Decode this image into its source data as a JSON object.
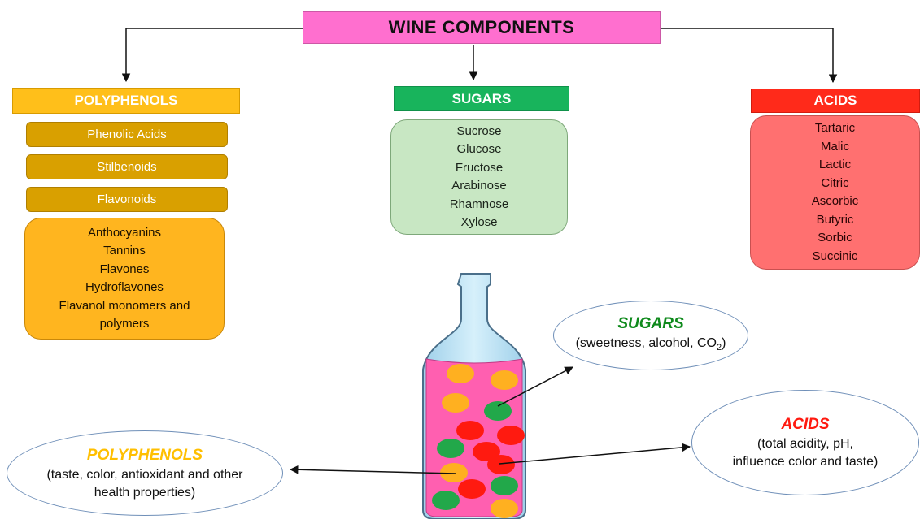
{
  "title": "WINE COMPONENTS",
  "categories": {
    "polyphenols": {
      "header": "POLYPHENOLS",
      "subclasses": [
        "Phenolic Acids",
        "Stilbenoids",
        "Flavonoids"
      ],
      "flavonoids": [
        "Anthocyanins",
        "Tannins",
        "Flavones",
        "Hydroflavones",
        "Flavanol monomers and",
        "polymers"
      ]
    },
    "sugars": {
      "header": "SUGARS",
      "items": [
        "Sucrose",
        "Glucose",
        "Fructose",
        "Arabinose",
        "Rhamnose",
        "Xylose"
      ]
    },
    "acids": {
      "header": "ACIDS",
      "items": [
        "Tartaric",
        "Malic",
        "Lactic",
        "Citric",
        "Ascorbic",
        "Butyric",
        "Sorbic",
        "Succinic"
      ]
    }
  },
  "effects": {
    "sugars": {
      "title": "SUGARS",
      "desc": "(sweetness, alcohol, CO",
      "desc_sub": "2",
      "desc_end": ")"
    },
    "acids": {
      "title": "ACIDS",
      "desc_lines": [
        "(total acidity, pH,",
        "influence color and taste)"
      ]
    },
    "polyphenols": {
      "title": "POLYPHENOLS",
      "desc_lines": [
        "(taste, color, antioxidant and other",
        "health properties)"
      ]
    }
  },
  "colors": {
    "title_bg": "#ff6fcf",
    "polyphenols": "#ffbf1a",
    "polyphenols_dark": "#d9a000",
    "sugars": "#18b45c",
    "sugars_box": "#c8e7c3",
    "acids": "#ff2a1a",
    "acids_box": "#ff7070",
    "wine": "#ff5fb0",
    "bottle_glass": "#b8dff2"
  },
  "bottle_dots": [
    "orange",
    "orange",
    "orange",
    "green",
    "red",
    "red",
    "green",
    "red",
    "orange",
    "red",
    "red",
    "green",
    "green",
    "orange"
  ]
}
